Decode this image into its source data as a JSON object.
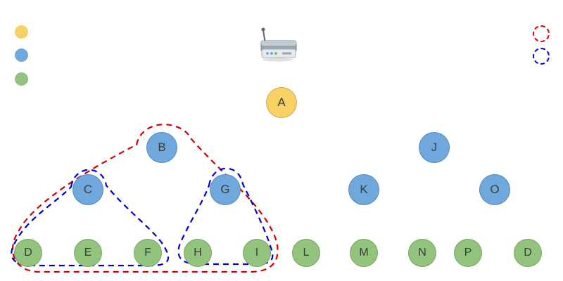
{
  "colors": {
    "background": "#ffffff",
    "node_yellow": "#f7d163",
    "node_blue": "#6fa8dc",
    "node_green": "#93c47d",
    "group_red": "#d40000",
    "group_blue": "#0000cd",
    "label": "#3c3c3c"
  },
  "legend": {
    "node_swatches": [
      {
        "id": "yellow",
        "color": "#f7d163"
      },
      {
        "id": "blue",
        "color": "#6fa8dc"
      },
      {
        "id": "green",
        "color": "#93c47d"
      }
    ],
    "group_swatches": [
      {
        "id": "red-dashed",
        "color": "#d40000"
      },
      {
        "id": "blue-dashed",
        "color": "#0000cd"
      }
    ]
  },
  "icons": {
    "router": "wireless-router-icon"
  },
  "nodes": [
    {
      "label": "A",
      "type": "yellow"
    },
    {
      "label": "B",
      "type": "blue"
    },
    {
      "label": "C",
      "type": "blue"
    },
    {
      "label": "G",
      "type": "blue"
    },
    {
      "label": "J",
      "type": "blue"
    },
    {
      "label": "K",
      "type": "blue"
    },
    {
      "label": "O",
      "type": "blue"
    },
    {
      "label": "D",
      "type": "green"
    },
    {
      "label": "E",
      "type": "green"
    },
    {
      "label": "F",
      "type": "green"
    },
    {
      "label": "H",
      "type": "green"
    },
    {
      "label": "I",
      "type": "green"
    },
    {
      "label": "L",
      "type": "green"
    },
    {
      "label": "M",
      "type": "green"
    },
    {
      "label": "N",
      "type": "green"
    },
    {
      "label": "P",
      "type": "green"
    },
    {
      "label": "D",
      "type": "green"
    }
  ],
  "groups": [
    {
      "id": "red-group",
      "style": "dashed",
      "color": "#d40000",
      "members": [
        "B",
        "C",
        "D",
        "E",
        "F",
        "G",
        "H",
        "I"
      ]
    },
    {
      "id": "blue-group-left",
      "style": "dashed",
      "color": "#0000cd",
      "members": [
        "C",
        "D",
        "E",
        "F"
      ]
    },
    {
      "id": "blue-group-right",
      "style": "dashed",
      "color": "#0000cd",
      "members": [
        "G",
        "H",
        "I"
      ]
    }
  ]
}
